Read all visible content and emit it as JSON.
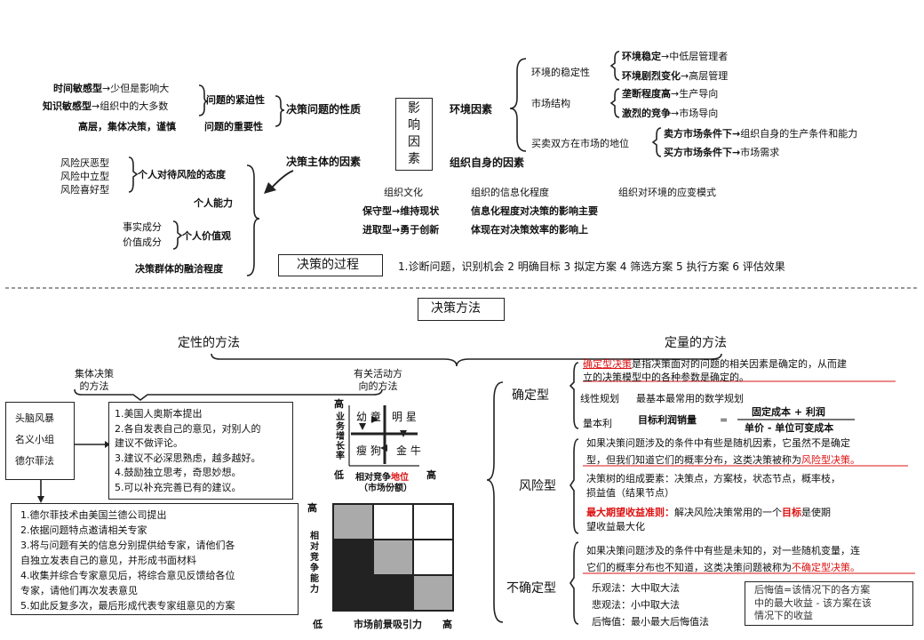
{
  "top": {
    "urgency": {
      "item1_pre": "时间敏感型",
      "item1_post": "→少但是影响大",
      "item2_pre": "知识敏感型",
      "item2_post": "→组织中的大多数",
      "label": "问题的紧迫性",
      "item3": "高层，集体决策，谨慎",
      "label2": "问题的重要性"
    },
    "problem_nature": "决策问题的性质",
    "influence_box": [
      "影",
      "响",
      "因",
      "素"
    ],
    "env_factor": "环境因素",
    "env": {
      "stability": "环境的稳定性",
      "stable_pre": "环境稳定",
      "stable_post": "→中低层管理者",
      "turbulent_pre": "环境剧烈变化",
      "turbulent_post": "→高层管理",
      "market": "市场结构",
      "monopoly_pre": "垄断程度高",
      "monopoly_post": "→生产导向",
      "compete_pre": "激烈的竞争",
      "compete_post": "→市场导向",
      "position": "买卖双方在市场的地位",
      "seller_pre": "卖方市场条件下→",
      "seller_post": "组织自身的生产条件和能力",
      "buyer_pre": "买方市场条件下→",
      "buyer_post": "市场需求"
    },
    "org_factor": "组织自身的因素",
    "org": {
      "culture": "组织文化",
      "info": "组织的信息化程度",
      "attitude": "组织对环境的应变模式",
      "conservative": "保守型→维持现状",
      "info_effect": "信息化程度对决策的影响主要",
      "progressive": "进取型→勇于创新",
      "info_effect2": "体现在对决策效率的影响上"
    },
    "subject_factor": "决策主体的因素",
    "risk": [
      "风险厌恶型",
      "风险中立型",
      "风险喜好型"
    ],
    "risk_label": "个人对待风险的态度",
    "ability": "个人能力",
    "values": [
      "事实成分",
      "价值成分"
    ],
    "values_label": "个人价值观",
    "group": "决策群体的融洽程度",
    "process_box": "决策的过程",
    "process_steps": "1.诊断问题，识别机会 2 明确目标 3 拟定方案 4 筛选方案 5 执行方案 6 评估效果"
  },
  "methods": {
    "title": "决策方法",
    "qualitative": "定性的方法",
    "quantitative": "定量的方法",
    "collective": [
      "集体决策",
      "的方法"
    ],
    "activity": [
      "有关活动方",
      "向的方法"
    ],
    "left_box": [
      "头脑风暴",
      "名义小组",
      "德尔菲法"
    ],
    "brainstorm": [
      "1.美国人奥斯本提出",
      "2.各自发表自己的意见，对别人的",
      "建议不做评论。",
      "3.建议不必深思熟虑，越多越好。",
      "4.鼓励独立思考，奇思妙想。",
      "5.可以补充完善已有的建议。"
    ],
    "delphi": [
      "1.德尔菲技术由美国兰德公司提出",
      "2.依据问题特点邀请相关专家",
      "3.将与问题有关的信息分别提供给专家，请他们各",
      "自独立发表自己的意见，并形成书面材料",
      "4.收集并综合专家意见后，将综合意见反馈给各位",
      "专家，请他们再次发表意见",
      "5.如此反复多次，最后形成代表专家组意见的方案"
    ],
    "bcg": {
      "y_high": "高",
      "y_label": [
        "业",
        "务",
        "增",
        "长",
        "率"
      ],
      "y_low": "低",
      "x_high": "高",
      "x_label_pre": "相对竞争",
      "x_label_red": "地位",
      "x_label2": "（市场份额）",
      "cells": [
        "幼 童",
        "明 星",
        "瘦 狗",
        "金 牛"
      ]
    },
    "ge": {
      "y_high": "高",
      "y_label": [
        "相",
        "对",
        "竞",
        "争",
        "能",
        "力"
      ],
      "y_low": "低",
      "x_label": "市场前景吸引力",
      "x_high": "高"
    },
    "certain": "确定型",
    "certain_def1_red": "确定型决策",
    "certain_def1": "是指决策面对的问题的相关因素是确定的，从而建",
    "certain_def2": "立的决策模型中的各种参数是确定的。",
    "linear": "线性规划",
    "linear_desc": "最基本最常用的数学规划",
    "breakeven": "量本利",
    "profit": "目标利润销量",
    "eq": "=",
    "numerator": "固定成本 + 利润",
    "denominator": "单价 - 单位可变成本",
    "risk_type": "风险型",
    "risk_def1": "如果决策问题涉及的条件中有些是随机因素，它虽然不是确定",
    "risk_def2_pre": "型，但我们知道它们的概率分布，这类决策被称为",
    "risk_def2_red": "风险型决策。",
    "tree1": "决策树的组成要素：决策点，方案枝，状态节点，概率枝，",
    "tree2": "损益值（结果节点）",
    "emv_red": "最大期望收益准则：",
    "emv": "解决风险决策常用的一个",
    "emv_red2": "目标",
    "emv_post": "是使期",
    "emv2": "望收益最大化",
    "uncertain": "不确定型",
    "unc_def1": "如果决策问题涉及的条件中有些是未知的，对一些随机变量，连",
    "unc_def2_pre": "它们的概率分布也不知道，这类决策问题被称为",
    "unc_def2_red": "不确定型决策。",
    "optimistic": "乐观法：大中取大法",
    "pessimistic": "悲观法：小中取大法",
    "regret": "后悔值：最小最大后悔值法",
    "regret_note": [
      "后悔值=该情况下的各方案",
      "中的最大收益 - 该方案在该",
      "情况下的收益"
    ]
  },
  "colors": {
    "accent_red": "#d11",
    "gray_cell": "#aaa",
    "dark_cell": "#222"
  }
}
